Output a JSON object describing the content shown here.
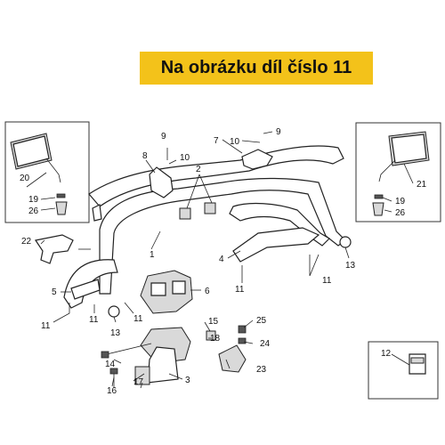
{
  "banner": {
    "text": "Na obrázku díl číslo 11"
  },
  "colors": {
    "banner_bg": "#f3c21a",
    "line": "#222222"
  },
  "callouts": [
    "1",
    "2",
    "3",
    "4",
    "5",
    "6",
    "7",
    "8",
    "9",
    "10",
    "11",
    "12",
    "13",
    "14",
    "15",
    "16",
    "17",
    "18",
    "19",
    "20",
    "21",
    "22",
    "23",
    "24",
    "25",
    "26"
  ]
}
